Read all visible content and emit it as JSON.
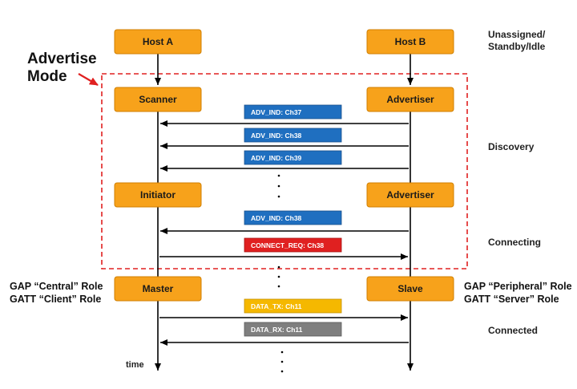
{
  "title": {
    "line1": "Advertise",
    "line2": "Mode"
  },
  "actors": {
    "host_a": "Host A",
    "host_b": "Host B"
  },
  "roles": {
    "scanner": "Scanner",
    "advertiser_1": "Advertiser",
    "initiator": "Initiator",
    "advertiser_2": "Advertiser",
    "master": "Master",
    "slave": "Slave"
  },
  "messages": [
    {
      "label": "ADV_IND: Ch37",
      "color": "#1f6fc0"
    },
    {
      "label": "ADV_IND: Ch38",
      "color": "#1f6fc0"
    },
    {
      "label": "ADV_IND: Ch39",
      "color": "#1f6fc0"
    },
    {
      "label": "ADV_IND: Ch38",
      "color": "#1f6fc0"
    },
    {
      "label": "CONNECT_REQ: Ch38",
      "color": "#e02020"
    },
    {
      "label": "DATA_TX: Ch11",
      "color": "#f5b800"
    },
    {
      "label": "DATA_RX: Ch11",
      "color": "#7f7f7f"
    }
  ],
  "states": {
    "idle_line1": "Unassigned/",
    "idle_line2": "Standby/Idle",
    "discovery": "Discovery",
    "connecting": "Connecting",
    "connected": "Connected"
  },
  "gap_roles": {
    "central_line1": "GAP “Central” Role",
    "central_line2": "GATT “Client” Role",
    "peripheral_line1": "GAP “Peripheral” Role",
    "peripheral_line2": "GATT “Server” Role"
  },
  "time_label": "time",
  "colors": {
    "box_fill": "#f7a21b",
    "box_stroke": "#d07f00",
    "advertise_border": "#e02020",
    "arrow": "#000000"
  }
}
